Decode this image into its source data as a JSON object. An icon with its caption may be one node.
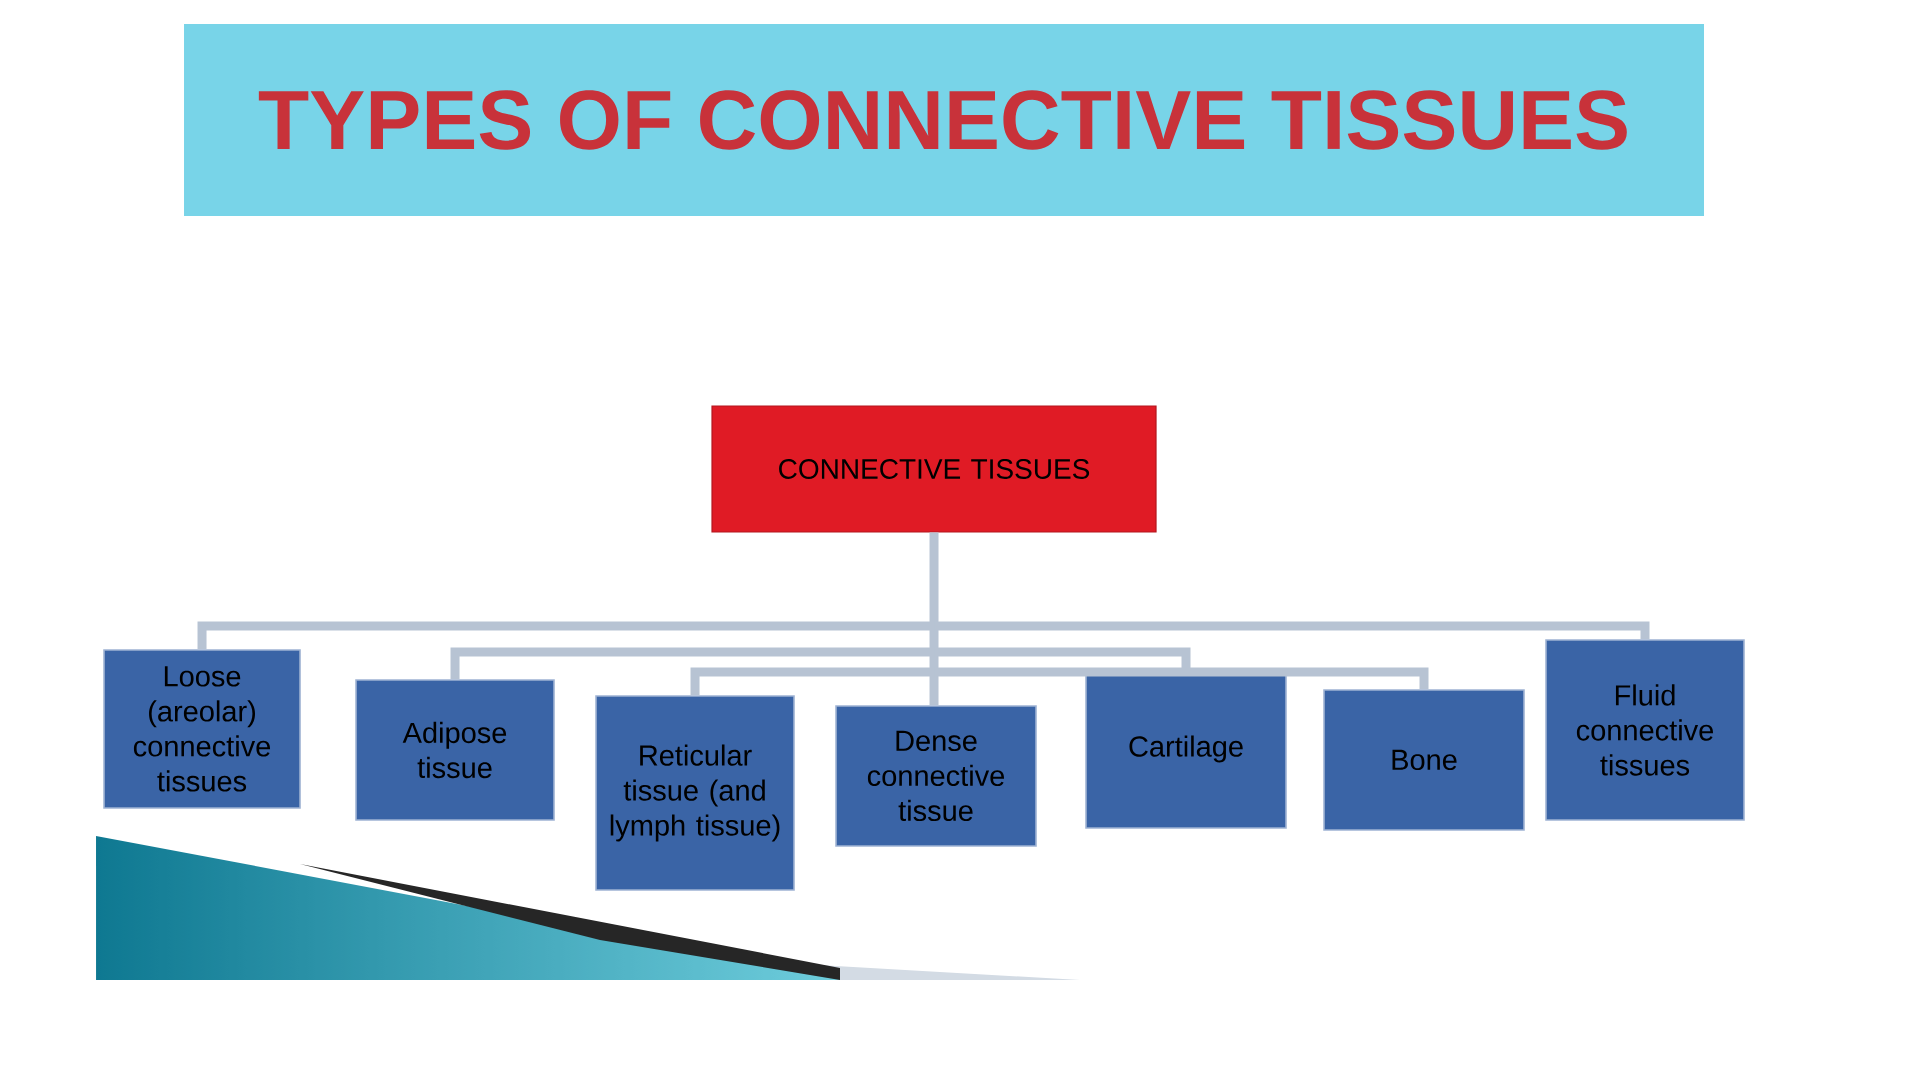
{
  "diagram": {
    "title": "TYPES OF CONNECTIVE TISSUES",
    "nodes": [
      {
        "text": [
          "CONNECTIVE TISSUES"
        ]
      },
      {
        "text": [
          "Loose (areolar) connective tissues"
        ]
      },
      {
        "text": [
          "Adipose tissue"
        ]
      },
      {
        "text": [
          "Reticular tissue (and lymph tissue)"
        ]
      },
      {
        "text": [
          "Dense connective tissue"
        ]
      },
      {
        "text": [
          "Cartilage"
        ]
      },
      {
        "text": [
          "Bone"
        ]
      },
      {
        "text": [
          "Fluid connective tissues"
        ]
      }
    ],
    "edges": [
      {
        "from": 0,
        "to": 1,
        "arrow": "none"
      },
      {
        "from": 0,
        "to": 2,
        "arrow": "none"
      },
      {
        "from": 0,
        "to": 3,
        "arrow": "none"
      },
      {
        "from": 0,
        "to": 4,
        "arrow": "none"
      },
      {
        "from": 0,
        "to": 5,
        "arrow": "none"
      },
      {
        "from": 0,
        "to": 6,
        "arrow": "none"
      },
      {
        "from": 0,
        "to": 7,
        "arrow": "none"
      }
    ]
  }
}
